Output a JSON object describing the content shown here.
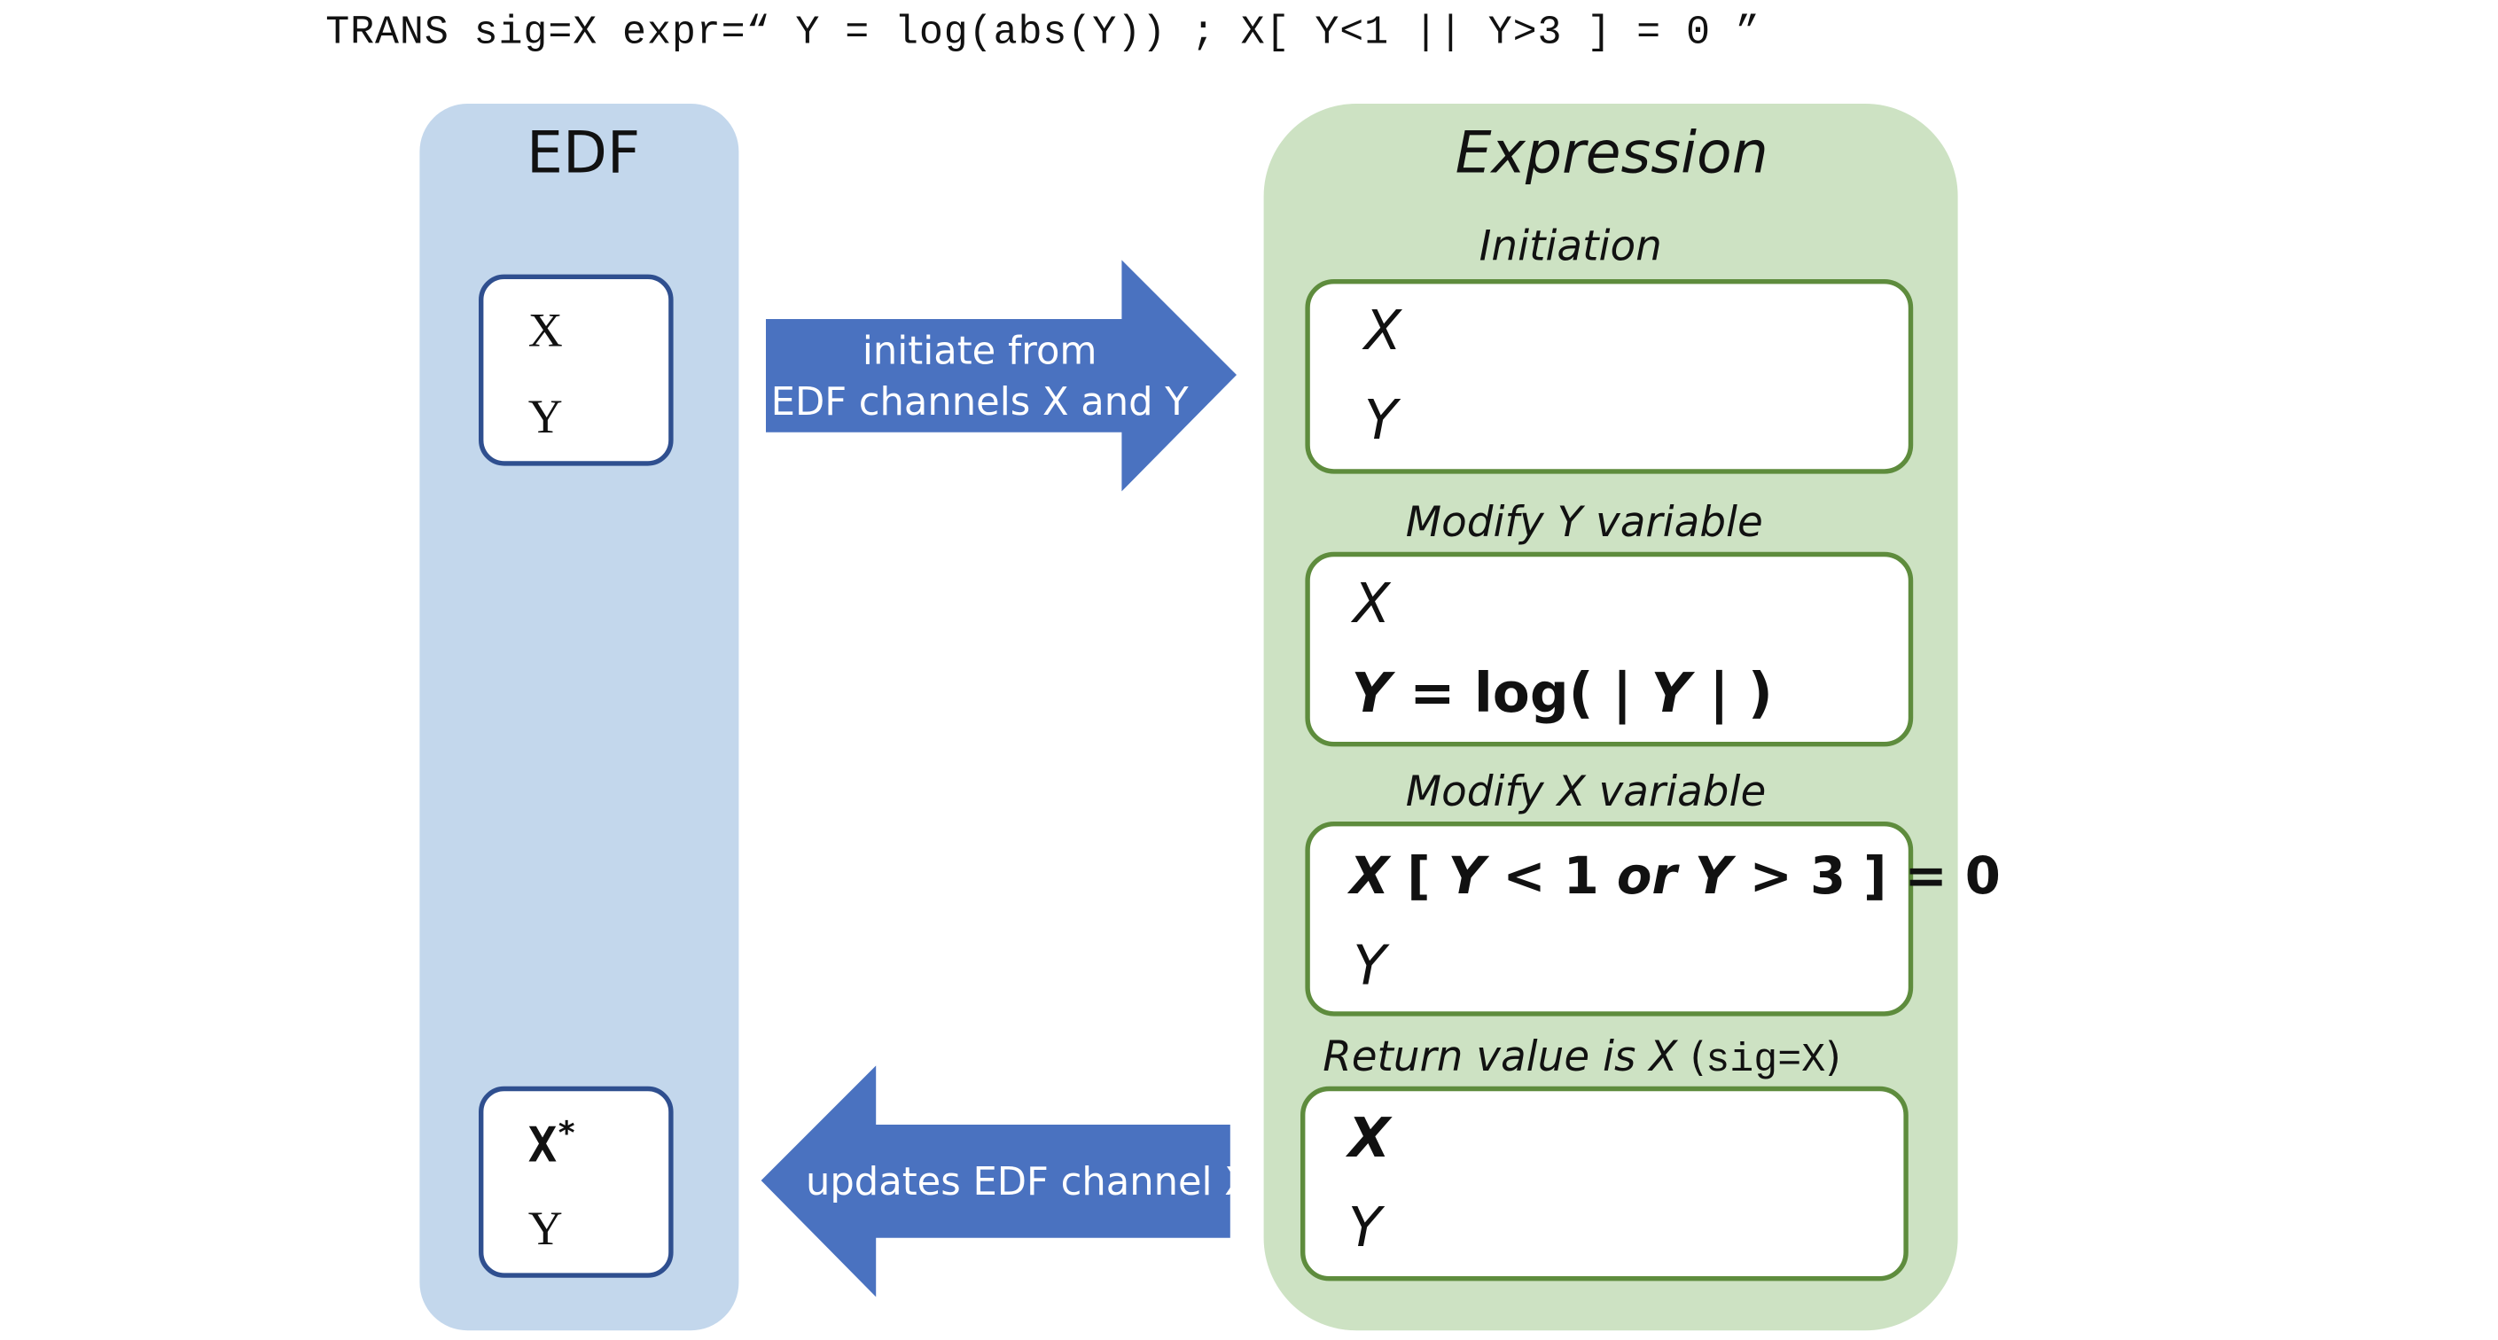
{
  "command": "TRANS sig=X expr=“ Y = log(abs(Y)) ; X[ Y<1 || Y>3 ] = 0 ”",
  "edf": {
    "title": "EDF",
    "before": {
      "var1": "X",
      "var2": "Y"
    },
    "after": {
      "var1": "X",
      "var1_marker": "*",
      "var2": "Y"
    }
  },
  "expression": {
    "title": "Expression",
    "steps": [
      {
        "label": "Initiation",
        "line1": "X",
        "line2": "Y"
      },
      {
        "label": "Modify Y variable",
        "line1": "X",
        "line2_var": "Y",
        "line2_rest": " = log( | ",
        "line2_var2": "Y",
        "line2_end": " | )"
      },
      {
        "label": "Modify X variable",
        "line1_a": "X",
        "line1_b": " [ ",
        "line1_c": "Y",
        "line1_d": " < 1 ",
        "line1_e": "or",
        "line1_f": " ",
        "line1_g": "Y",
        "line1_h": " > 3 ] = 0",
        "line2": "Y"
      },
      {
        "label_a": "Return value is ",
        "label_b": "X",
        "label_c": " (",
        "label_code": "sig=X",
        "label_d": ")",
        "line1": "X",
        "line2": "Y"
      }
    ]
  },
  "arrows": {
    "forward": {
      "line1": "initiate from",
      "line2": "EDF channels X and Y",
      "color": "#4a72c0"
    },
    "backward": {
      "text": "updates EDF channel X",
      "color": "#4a72c0"
    }
  },
  "colors": {
    "edf_panel": "#c3d7ec",
    "expression_panel": "#cde2c3",
    "edf_border": "#2f4f8f",
    "expression_border": "#5e8c3d"
  }
}
